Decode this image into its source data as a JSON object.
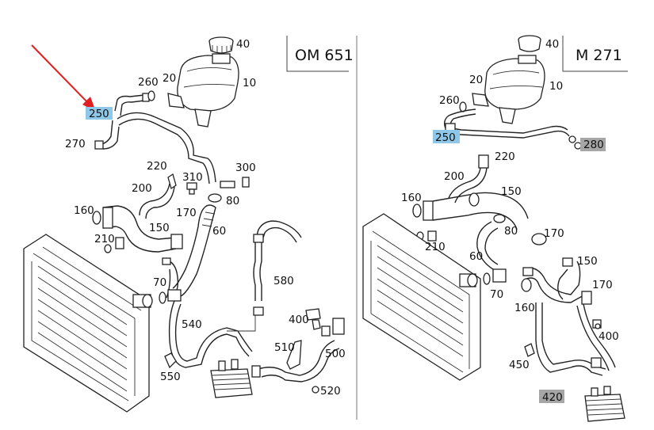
{
  "colors": {
    "highlight_blue": "#8ec7e8",
    "highlight_gray": "#a6a6a6",
    "arrow_red": "#e02020",
    "line": "#222222"
  },
  "left_panel": {
    "engine_code": "OM 651",
    "labels": {
      "p40": "40",
      "p20": "20",
      "p260": "260",
      "p10": "10",
      "p250": "250",
      "p270": "270",
      "p220": "220",
      "p310": "310",
      "p300": "300",
      "p200": "200",
      "p80": "80",
      "p160": "160",
      "p170": "170",
      "p150": "150",
      "p60": "60",
      "p210": "210",
      "p580": "580",
      "p70": "70",
      "p540": "540",
      "p400": "400",
      "p510": "510",
      "p500": "500",
      "p550": "550",
      "p520": "520"
    }
  },
  "right_panel": {
    "engine_code": "M 271",
    "labels": {
      "p40": "40",
      "p20": "20",
      "p10": "10",
      "p260": "260",
      "p250": "250",
      "p280": "280",
      "p220": "220",
      "p200": "200",
      "p150": "150",
      "p160": "160",
      "p80": "80",
      "p170": "170",
      "p210": "210",
      "p60": "60",
      "p70": "70",
      "p150b": "150",
      "p170b": "170",
      "p160b": "160",
      "p400": "400",
      "p450": "450",
      "p420": "420"
    }
  }
}
